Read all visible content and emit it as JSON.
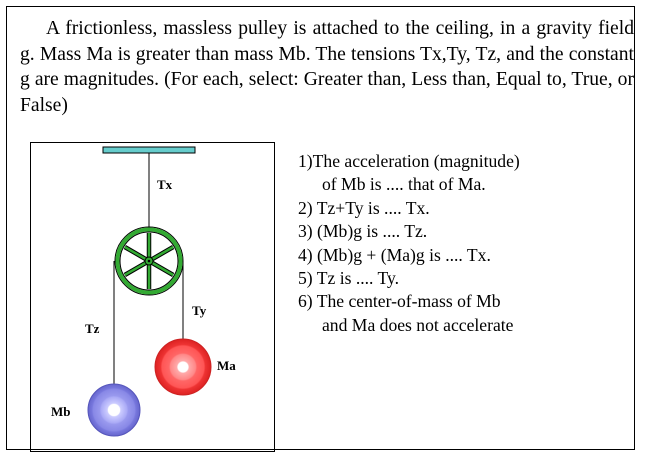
{
  "intro": "A frictionless, massless pulley is attached to the ceiling, in a gravity field g. Mass Ma is greater than mass Mb. The tensions Tx,Ty, Tz, and the constant g are magnitudes. (For each, select: Greater than, Less than, Equal to, True, or False)",
  "diagram": {
    "labels": {
      "tx": "Tx",
      "ty": "Ty",
      "tz": "Tz",
      "ma": "Ma",
      "mb": "Mb"
    },
    "colors": {
      "ceiling": "#66cccc",
      "pulley": "#33aa33",
      "mass_a": "#ff4444",
      "mass_b": "#8888ee",
      "string": "#000000"
    }
  },
  "questions": [
    {
      "line1": "1)The acceleration (magnitude)",
      "line2": "of Mb is .... that of Ma."
    },
    {
      "line1": "2) Tz+Ty is .... Tx.",
      "line2": ""
    },
    {
      "line1": "3) (Mb)g is .... Tz.",
      "line2": ""
    },
    {
      "line1": "4) (Mb)g + (Ma)g is .... Tx.",
      "line2": ""
    },
    {
      "line1": "5) Tz is .... Ty.",
      "line2": ""
    },
    {
      "line1": "6) The center-of-mass of Mb",
      "line2": "and Ma does not accelerate"
    }
  ]
}
